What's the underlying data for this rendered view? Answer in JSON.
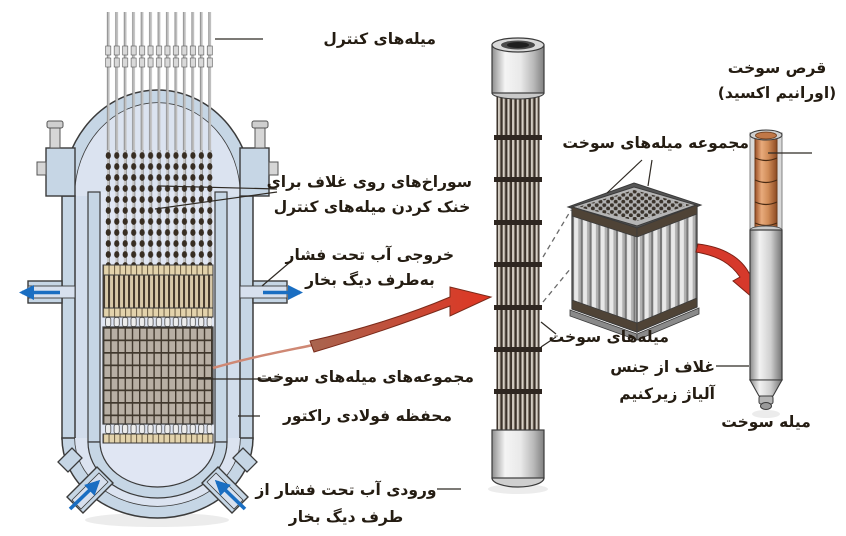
{
  "colors": {
    "background": "#ffffff",
    "vessel_blue": "#c6d6e5",
    "vessel_inner_blue": "#dbe3f0",
    "core_barrel_inner": "#e0e6f3",
    "outline": "#3b3b3b",
    "label_text": "#241c12",
    "water_arrow_blue": "#1a6ec2",
    "zoom_arrow_red": "#d6392b",
    "fuel_pellet_copper": "#d08c58",
    "grid_tan": "#e3d3ac",
    "bundle_dark": "#3b322a"
  },
  "reactor": {
    "control_rods": "میله‌های کنترل",
    "cladding_holes_1": "سوراخ‌های روی غلاف برای",
    "cladding_holes_2": "خنک کردن میله‌های کنترل",
    "outlet_1": "خروجی آب تحت فشار",
    "outlet_2": "به‌طرف دیگ بخار",
    "fuel_rod_assemblies": "مجموعه‌های میله‌های سوخت",
    "steel_vessel": "محفظه فولادی راکتور",
    "inlet_1": "ورودی آب تحت فشار از",
    "inlet_2": "طرف دیگ بخار"
  },
  "fuel_bundle": {
    "fuel_rods": "میله‌های سوخت",
    "assembly": "مجموعه میله‌های سوخت"
  },
  "fuel_rod_detail": {
    "pellet_1": "قرص سوخت",
    "pellet_2": "(اورانیم اکسید)",
    "cladding_1": "غلاف از جنس",
    "cladding_2": "آلیاژ زیرکنیم",
    "fuel_rod": "میله سوخت"
  }
}
